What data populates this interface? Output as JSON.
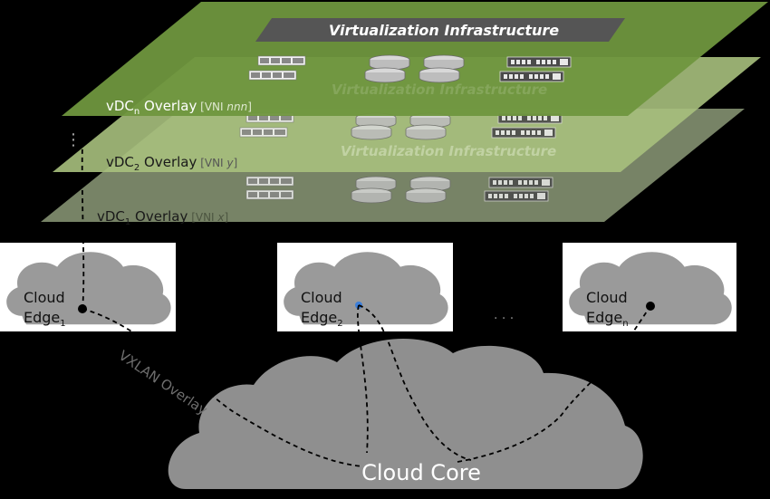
{
  "overlays": [
    {
      "id": "vdc1",
      "prefix": "vDC",
      "sub": "1",
      "suffix": " Overlay",
      "vni_prefix": " [VNI ",
      "vni": "x",
      "vni_suffix": "]"
    },
    {
      "id": "vdc2",
      "prefix": "vDC",
      "sub": "2",
      "suffix": " Overlay",
      "vni_prefix": " [VNI ",
      "vni": "y",
      "vni_suffix": "]"
    },
    {
      "id": "vdcn",
      "prefix": "vDC",
      "sub": "n",
      "suffix": " Overlay",
      "vni_prefix": " [VNI ",
      "vni": "nnn",
      "vni_suffix": "]"
    }
  ],
  "infra_banner": "Virtualization Infrastructure",
  "vertical_ellipsis": "⋮",
  "edges": [
    {
      "label": "Cloud",
      "label2": "Edge",
      "sub": "1",
      "dot_color": "#000000"
    },
    {
      "label": "Cloud",
      "label2": "Edge",
      "sub": "2",
      "dot_color": "#3d7fd9"
    },
    {
      "label": "Cloud",
      "label2": "Edge",
      "sub": "n",
      "dot_color": "#000000"
    }
  ],
  "edges_ellipsis": "· · ·",
  "vxlan_label": "VXLAN Overlay",
  "core_label": "Cloud Core",
  "colors": {
    "background": "#000000",
    "plane_n": "#6f963e",
    "plane_2": "#a7c07d",
    "plane_1": "#7d8a6b",
    "cloud": "#9a9a9a",
    "core": "#8f8f8f",
    "edge_box": "#ffffff"
  }
}
